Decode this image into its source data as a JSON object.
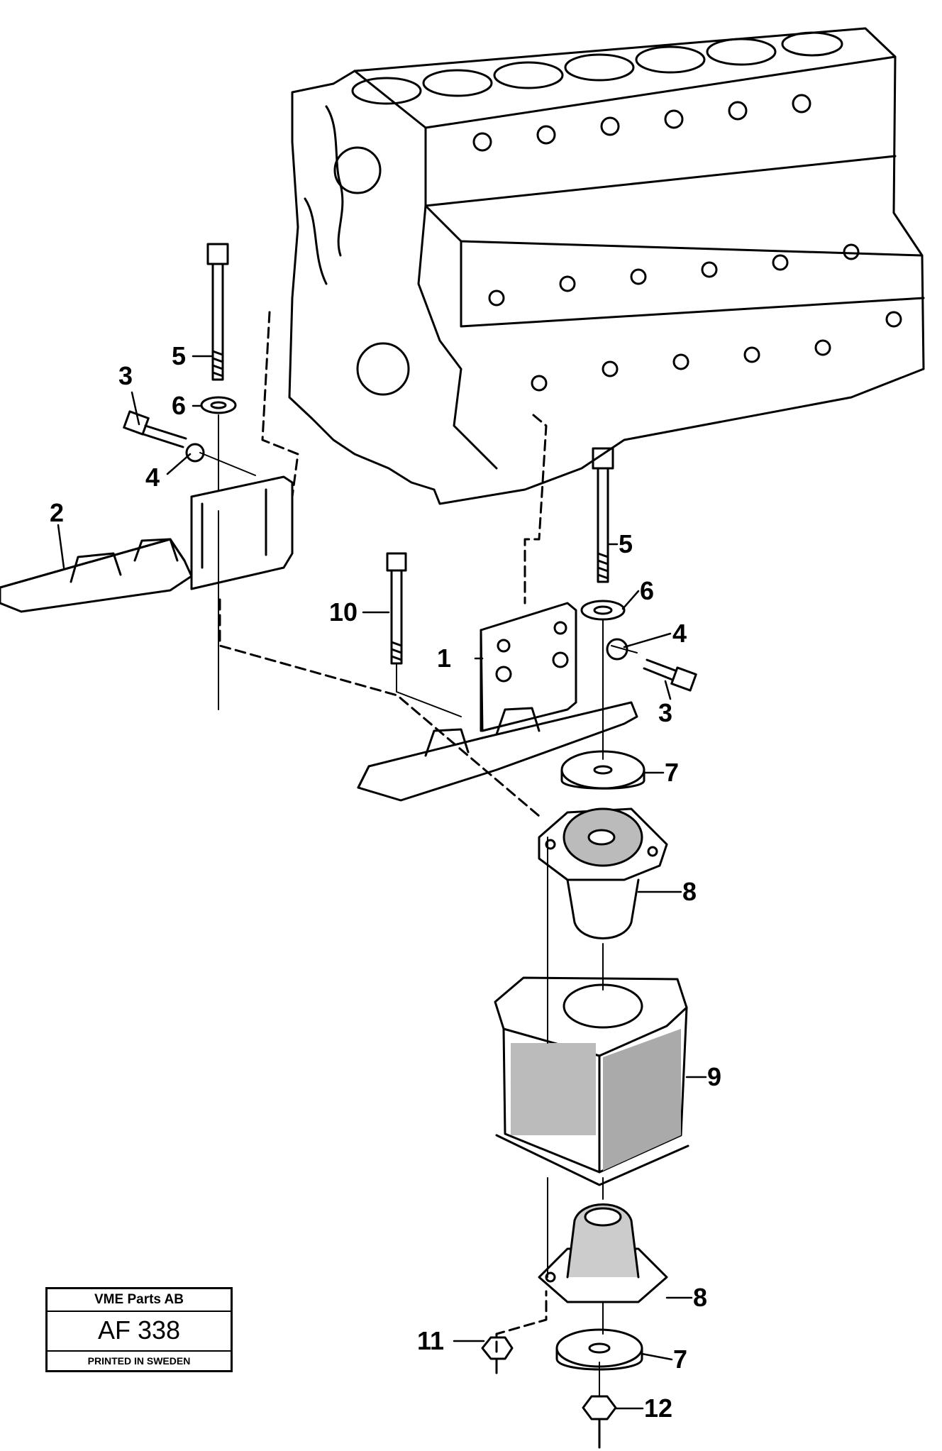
{
  "callouts": {
    "c1": "1",
    "c2": "2",
    "c3a": "3",
    "c3b": "3",
    "c4a": "4",
    "c4b": "4",
    "c5a": "5",
    "c5b": "5",
    "c6a": "6",
    "c6b": "6",
    "c7a": "7",
    "c7b": "7",
    "c8a": "8",
    "c8b": "8",
    "c9": "9",
    "c10": "10",
    "c11": "11",
    "c12": "12"
  },
  "stamp": {
    "company": "VME Parts AB",
    "code": "AF 338",
    "printed": "PRINTED IN SWEDEN"
  }
}
